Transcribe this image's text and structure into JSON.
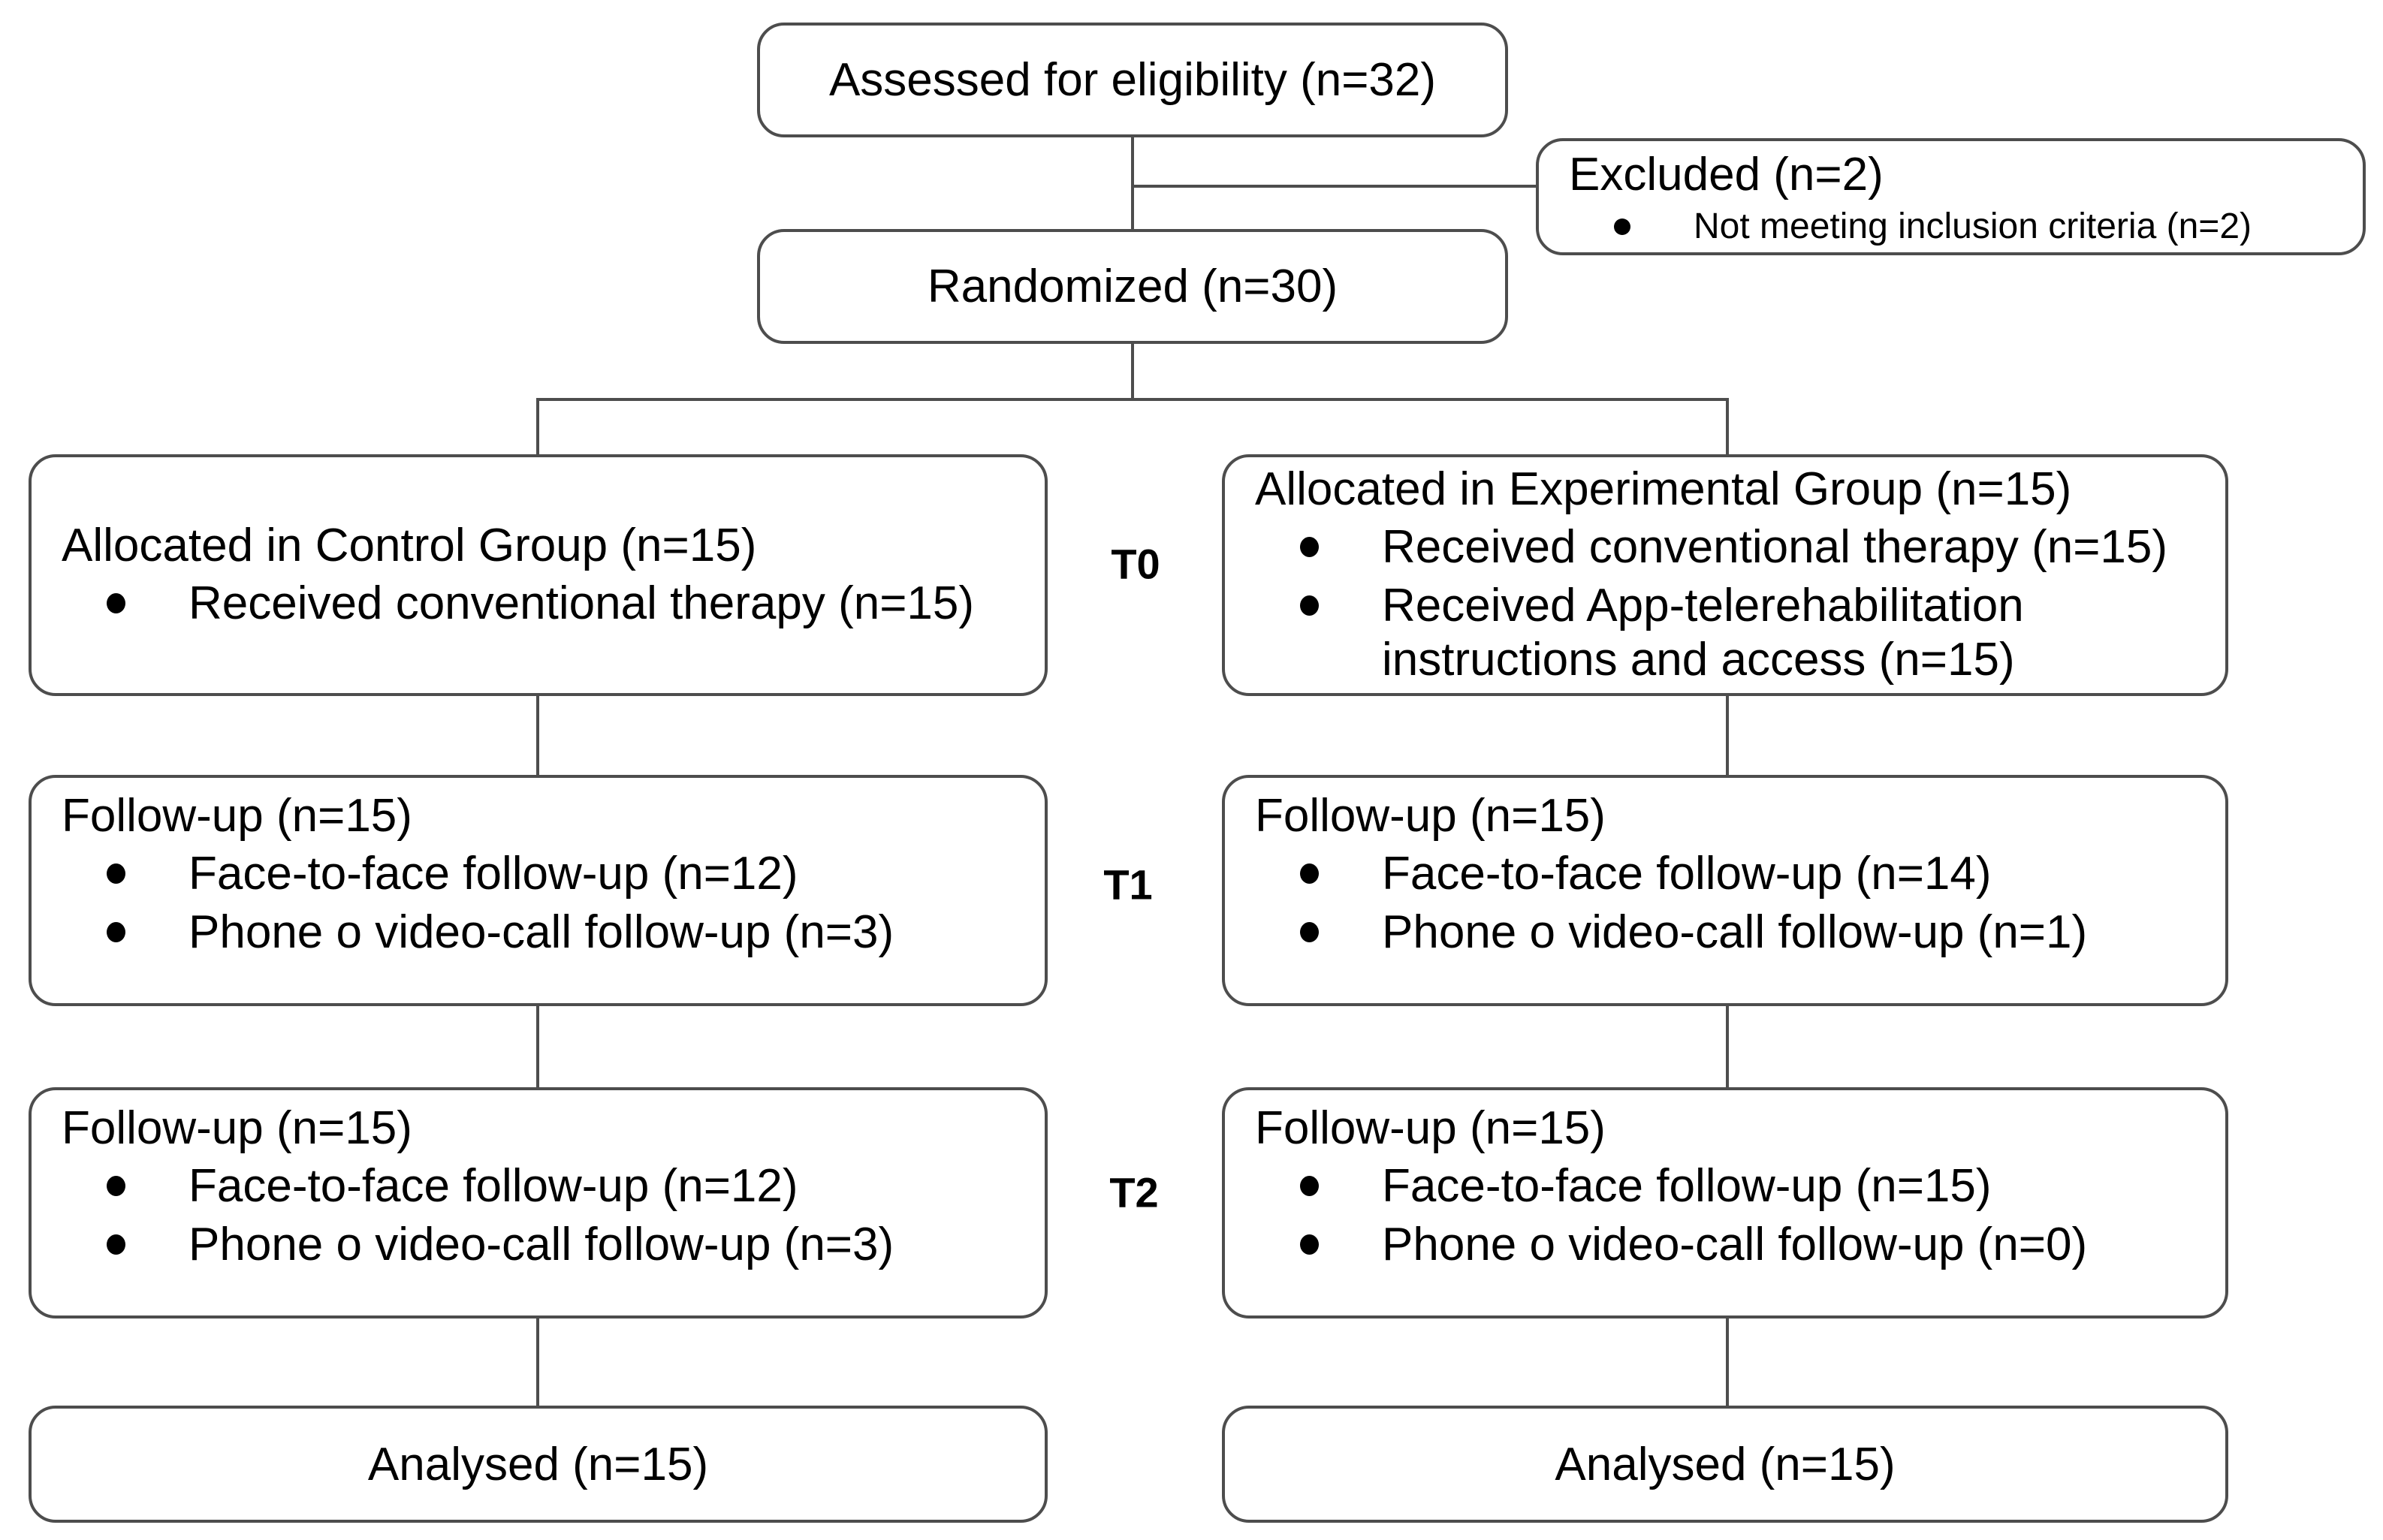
{
  "diagram": {
    "assessed": {
      "label": "Assessed for eligibility (n=32)"
    },
    "excluded": {
      "title": "Excluded (n=2)",
      "bullets": [
        "Not meeting inclusion criteria (n=2)"
      ]
    },
    "randomized": {
      "label": "Randomized (n=30)"
    },
    "timepoints": [
      "T0",
      "T1",
      "T2"
    ],
    "control": {
      "allocation": {
        "title": "Allocated in Control Group (n=15)",
        "bullets": [
          "Received conventional therapy (n=15)"
        ]
      },
      "followup_t1": {
        "title": "Follow-up (n=15)",
        "bullets": [
          "Face-to-face follow-up (n=12)",
          "Phone o video-call follow-up (n=3)"
        ]
      },
      "followup_t2": {
        "title": "Follow-up (n=15)",
        "bullets": [
          "Face-to-face follow-up (n=12)",
          "Phone o video-call follow-up (n=3)"
        ]
      },
      "analysed": {
        "label": "Analysed (n=15)"
      }
    },
    "experimental": {
      "allocation": {
        "title": "Allocated in Experimental Group (n=15)",
        "bullets": [
          "Received conventional therapy (n=15)",
          "Received App-telerehabilitation instructions and access (n=15)"
        ]
      },
      "followup_t1": {
        "title": "Follow-up (n=15)",
        "bullets": [
          "Face-to-face follow-up (n=14)",
          "Phone o video-call follow-up (n=1)"
        ]
      },
      "followup_t2": {
        "title": "Follow-up (n=15)",
        "bullets": [
          "Face-to-face follow-up (n=15)",
          "Phone o video-call follow-up (n=0)"
        ]
      },
      "analysed": {
        "label": "Analysed (n=15)"
      }
    },
    "colors": {
      "border": "#4d4d4d",
      "line": "#4d4d4d",
      "text": "#000000",
      "background": "#ffffff"
    }
  }
}
